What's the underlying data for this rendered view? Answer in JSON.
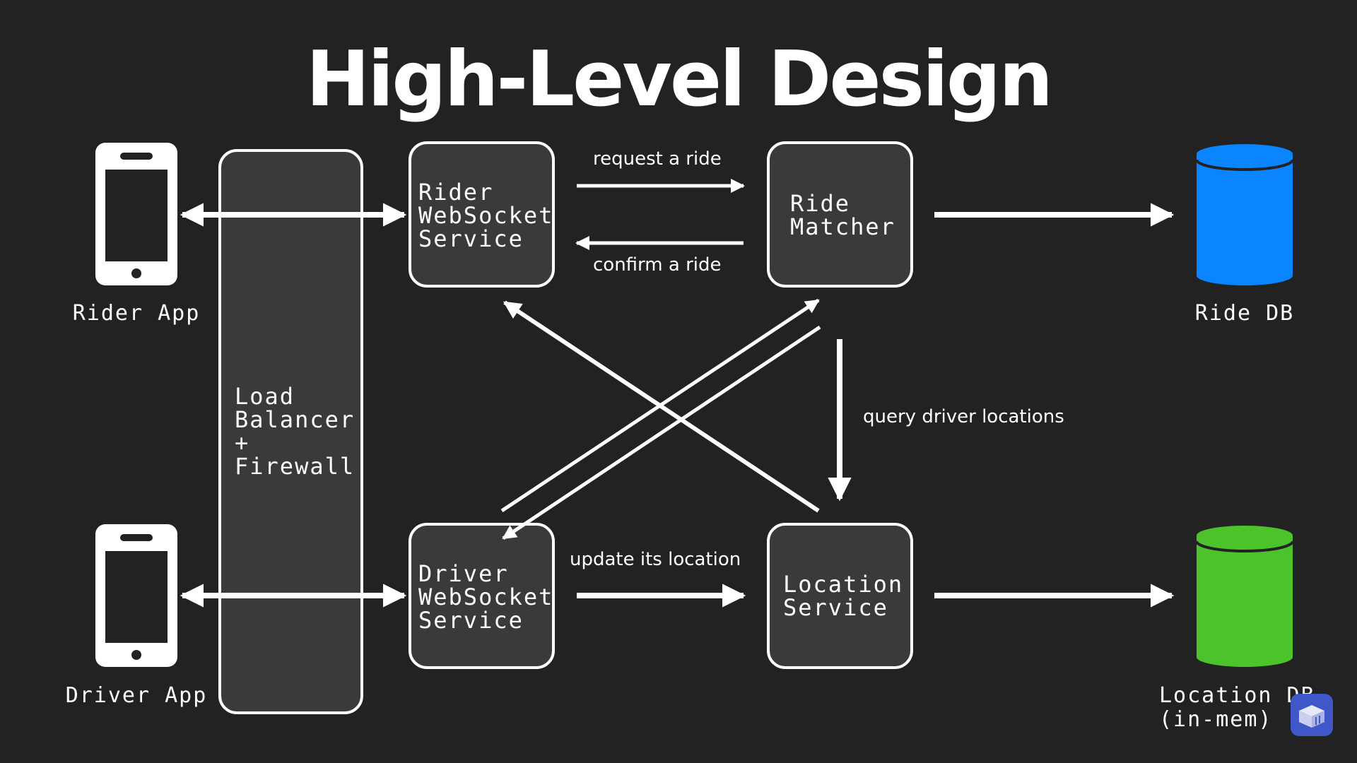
{
  "title": "High-Level Design",
  "nodes": {
    "rider_app": "Rider App",
    "driver_app": "Driver App",
    "load_balancer": "Load\nBalancer\n+\nFirewall",
    "rider_ws": "Rider\nWebSocket\nService",
    "driver_ws": "Driver\nWebSocket\nService",
    "ride_matcher": "Ride\nMatcher",
    "location_service": "Location\nService",
    "ride_db": "Ride DB",
    "location_db": "Location DB\n(in-mem)"
  },
  "edges": {
    "request_ride": "request a ride",
    "confirm_ride": "confirm a ride",
    "query_locations": "query driver locations",
    "update_location": "update its location"
  },
  "colors": {
    "background": "#222222",
    "box_fill": "#3a3a3a",
    "stroke": "#ffffff",
    "ride_db": "#0a84ff",
    "location_db": "#4cc32a",
    "badge": "#3f57c9"
  },
  "icons": {
    "phone": "phone-icon",
    "database": "database-icon",
    "badge": "logo-badge-icon"
  }
}
